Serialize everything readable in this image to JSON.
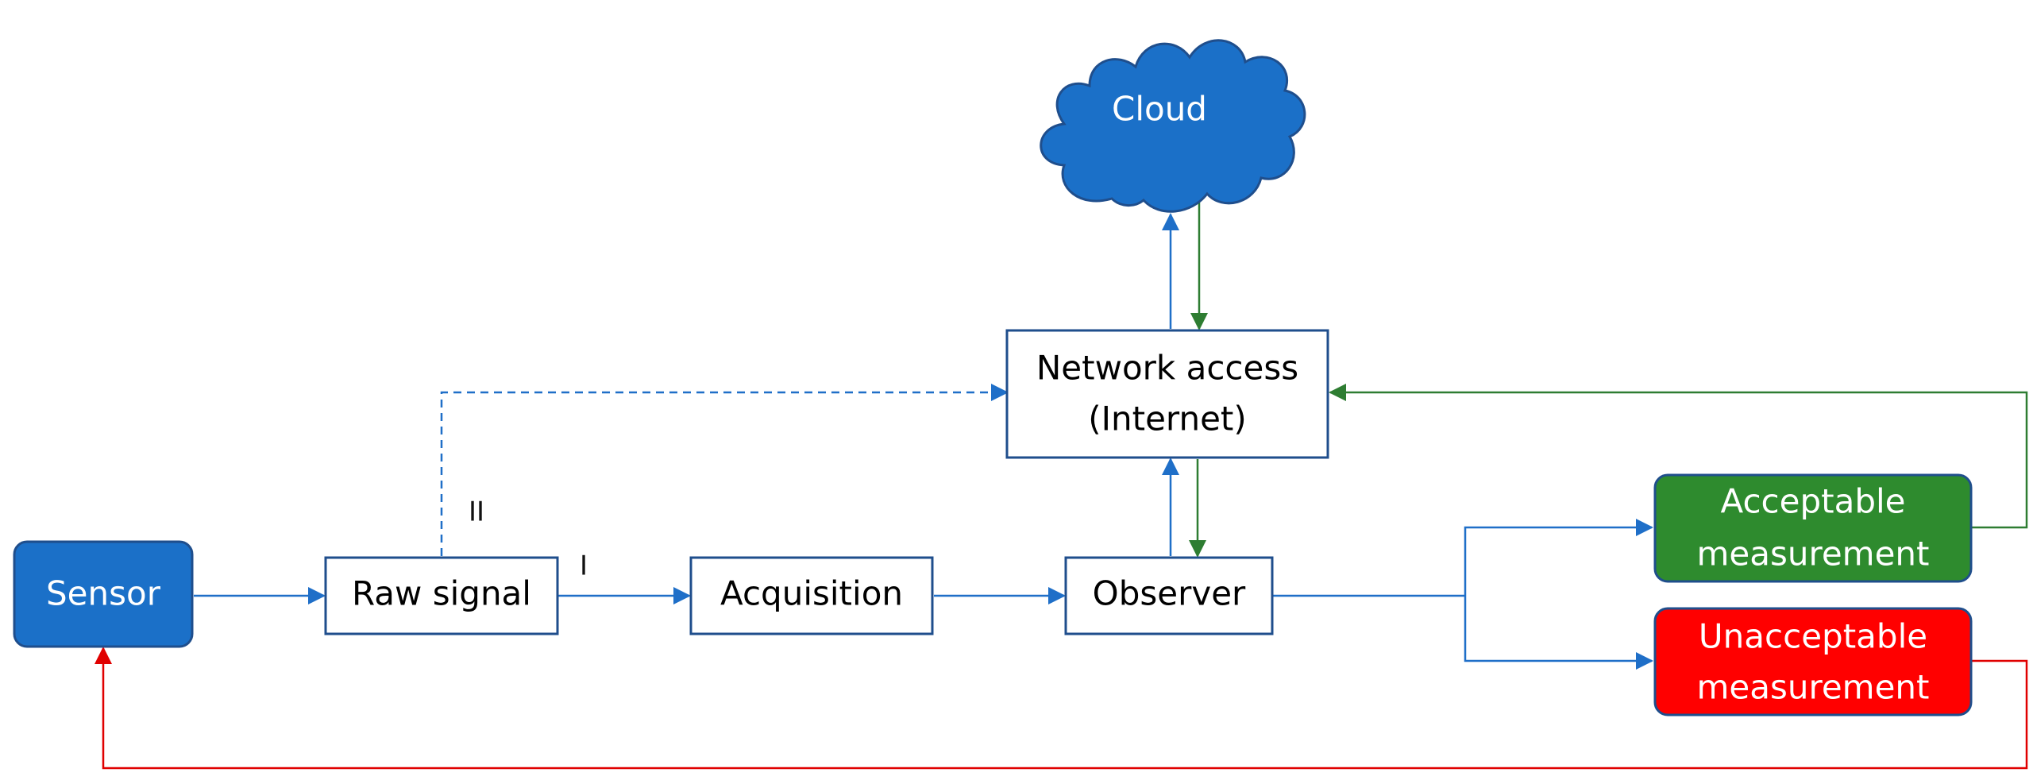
{
  "nodes": {
    "cloud": "Cloud",
    "sensor": "Sensor",
    "raw_signal": "Raw signal",
    "acquisition": "Acquisition",
    "observer": "Observer",
    "network": {
      "line1": "Network access",
      "line2": "(Internet)"
    },
    "acceptable": {
      "line1": "Acceptable",
      "line2": "measurement"
    },
    "unacceptable": {
      "line1": "Unacceptable",
      "line2": "measurement"
    }
  },
  "labels": {
    "path_one": "I",
    "path_two": "II"
  },
  "colors": {
    "blue_fill": "#1B70C8",
    "blue_stroke": "#1F5FA8",
    "box_stroke": "#1F4E8C",
    "green_fill": "#2E8B2E",
    "green_stroke": "#2E7D32",
    "red_fill": "#FF0000",
    "red_stroke": "#E00000"
  }
}
